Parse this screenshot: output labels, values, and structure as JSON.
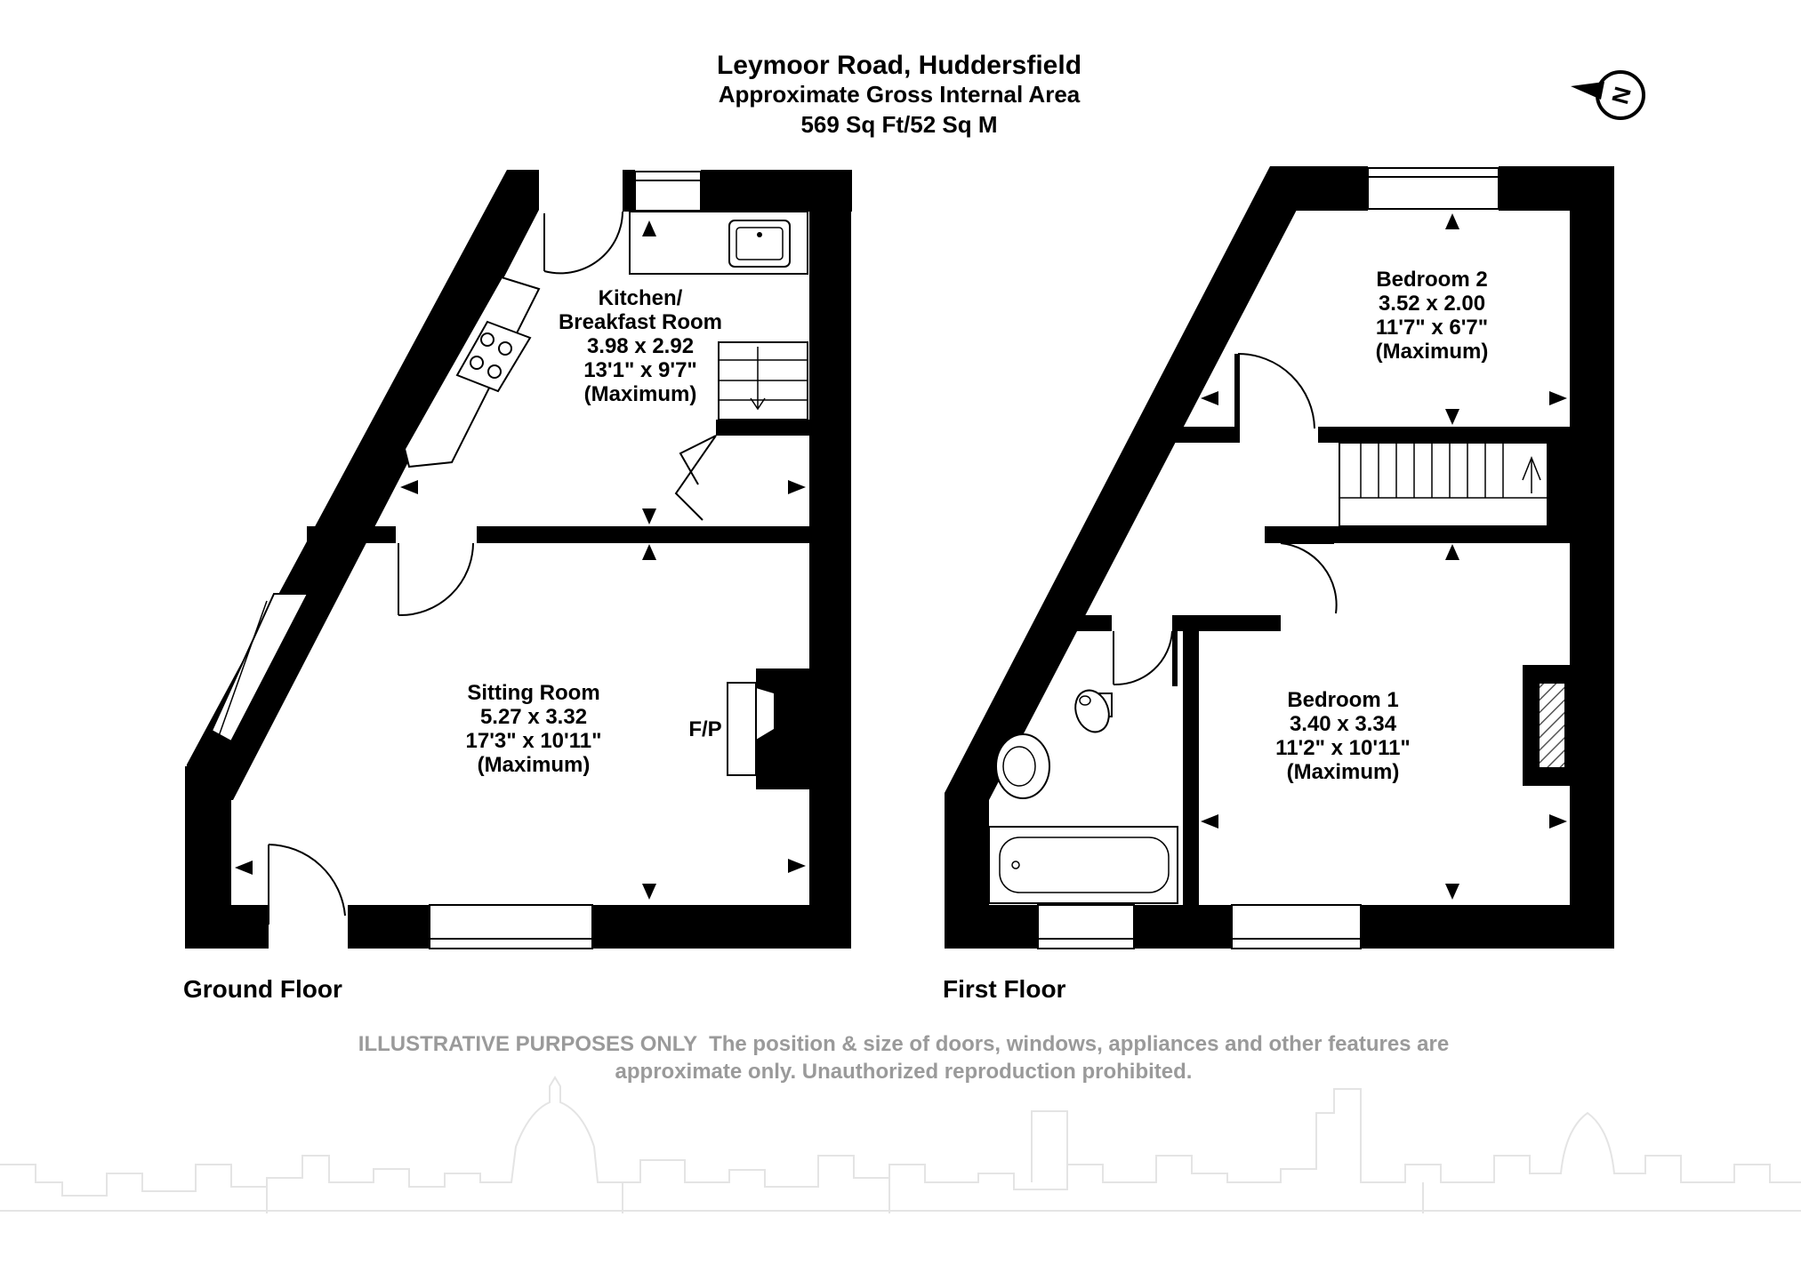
{
  "header": {
    "address": "Leymoor Road, Huddersfield",
    "area_label": "Approximate Gross Internal Area",
    "area_value": "569 Sq Ft/52 Sq M"
  },
  "compass": {
    "letter": "N"
  },
  "floors": [
    {
      "label": "Ground Floor"
    },
    {
      "label": "First Floor"
    }
  ],
  "rooms": {
    "kitchen": {
      "name_line1": "Kitchen/",
      "name_line2": "Breakfast Room",
      "metric": "3.98 x 2.92",
      "imperial": "13'1\" x 9'7\"",
      "note": "(Maximum)"
    },
    "sitting": {
      "name": "Sitting Room",
      "metric": "5.27 x 3.32",
      "imperial": "17'3\" x 10'11\"",
      "note": "(Maximum)"
    },
    "fireplace": {
      "label": "F/P"
    },
    "bedroom2": {
      "name": "Bedroom 2",
      "metric": "3.52 x 2.00",
      "imperial": "11'7\" x 6'7\"",
      "note": "(Maximum)"
    },
    "bedroom1": {
      "name": "Bedroom 1",
      "metric": "3.40 x 3.34",
      "imperial": "11'2\" x 10'11\"",
      "note": "(Maximum)"
    }
  },
  "disclaimer": {
    "line1": "ILLUSTRATIVE PURPOSES ONLY  The position & size of doors, windows, appliances and other features are",
    "line2": "approximate only. Unauthorized reproduction prohibited."
  },
  "colors": {
    "wall": "#000000",
    "text": "#000000",
    "disclaimer": "#9a9a9a",
    "skyline": "#e4e4e4",
    "fireplace_hatch": "#555555"
  }
}
